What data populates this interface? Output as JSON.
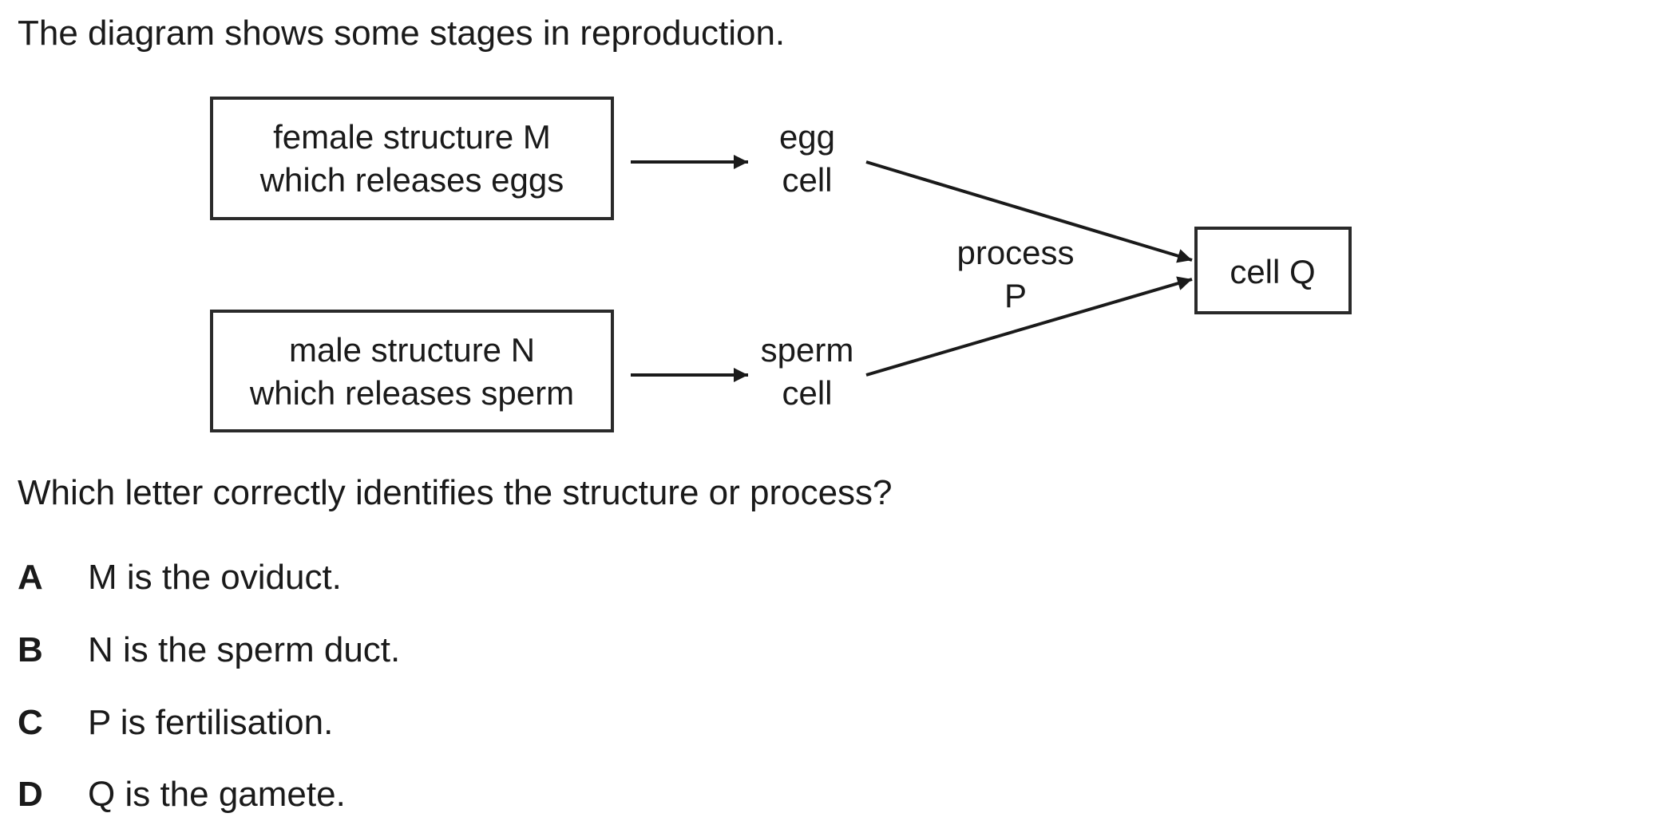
{
  "intro": "The diagram shows some stages in reproduction.",
  "diagram": {
    "female_box": [
      "female structure M",
      "which releases eggs"
    ],
    "male_box": [
      "male structure N",
      "which releases sperm"
    ],
    "egg_label": [
      "egg",
      "cell"
    ],
    "sperm_label": [
      "sperm",
      "cell"
    ],
    "process_label": [
      "process",
      "P"
    ],
    "cell_box": "cell Q"
  },
  "question": "Which letter correctly identifies the structure or process?",
  "options": [
    {
      "letter": "A",
      "text": "M is the oviduct."
    },
    {
      "letter": "B",
      "text": "N is the sperm duct."
    },
    {
      "letter": "C",
      "text": "P is fertilisation."
    },
    {
      "letter": "D",
      "text": "Q is the gamete."
    }
  ]
}
